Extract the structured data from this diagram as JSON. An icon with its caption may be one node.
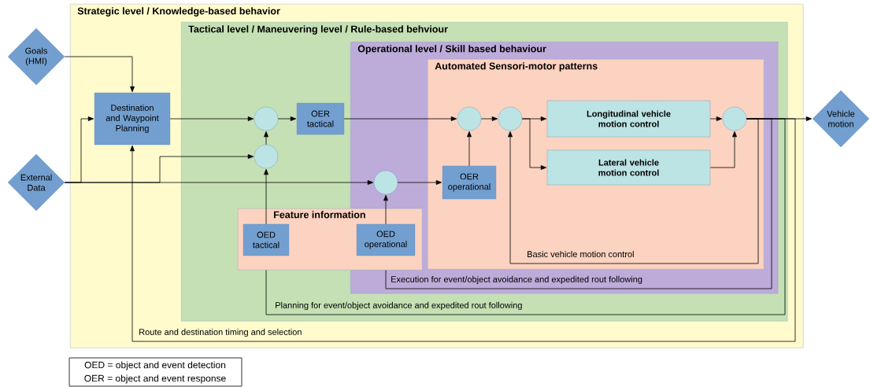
{
  "diagram": {
    "nodes": [
      {
        "text": [
          "Strategic level / Knowledge-based behavior"
        ]
      },
      {
        "text": [
          "Tactical level / Maneuvering level / Rule-based behviour"
        ],
        "in": 0
      },
      {
        "text": [
          "Operational level / Skill based behaviour"
        ],
        "in": 1
      },
      {
        "text": [
          "Automated Sensori-motor patterns"
        ],
        "in": 2
      },
      {
        "text": [
          "Goals (HMI)"
        ]
      },
      {
        "text": [
          "External Data"
        ]
      },
      {
        "text": [
          "Destination and Waypoint Planning"
        ],
        "in": 0
      },
      {
        "text": [],
        "shape": "circle",
        "in": 1
      },
      {
        "text": [
          "OER tactical"
        ],
        "in": 1
      },
      {
        "text": [],
        "shape": "circle",
        "in": 1
      },
      {
        "text": [],
        "shape": "circle",
        "in": 2
      },
      {
        "text": [],
        "shape": "circle",
        "in": 3
      },
      {
        "text": [
          "OER operational"
        ],
        "in": 3
      },
      {
        "text": [],
        "shape": "circle",
        "in": 3
      },
      {
        "text": [
          "Longitudinal vehicle motion control"
        ],
        "in": 3
      },
      {
        "text": [
          "Lateral vehicle motion control"
        ],
        "in": 3
      },
      {
        "text": [],
        "shape": "circle",
        "in": 3
      },
      {
        "text": [
          "Feature information"
        ],
        "in": 1
      },
      {
        "text": [
          "OED tactical"
        ],
        "in": 17
      },
      {
        "text": [
          "OED operational"
        ]
      },
      {
        "text": [
          "Vehicle motion"
        ]
      }
    ],
    "edges": [
      {
        "from": 4,
        "to": 6,
        "arrow": "to"
      },
      {
        "from": 5,
        "to": 6,
        "arrow": "to"
      },
      {
        "from": 5,
        "to": 9,
        "arrow": "to"
      },
      {
        "from": 5,
        "to": 10,
        "arrow": "to"
      },
      {
        "from": 6,
        "to": 7,
        "arrow": "to"
      },
      {
        "from": 9,
        "to": 7,
        "arrow": "to"
      },
      {
        "from": 7,
        "to": 8,
        "arrow": "to"
      },
      {
        "from": 8,
        "to": 11,
        "arrow": "to"
      },
      {
        "from": 10,
        "to": 12,
        "arrow": "to"
      },
      {
        "from": 12,
        "to": 11,
        "arrow": "to"
      },
      {
        "from": 11,
        "to": 13,
        "arrow": "to"
      },
      {
        "from": 13,
        "to": 14,
        "arrow": "to"
      },
      {
        "from": 13,
        "to": 15,
        "arrow": "to"
      },
      {
        "from": 14,
        "to": 16,
        "arrow": "to"
      },
      {
        "from": 15,
        "to": 16,
        "arrow": "to"
      },
      {
        "from": 16,
        "to": 20,
        "arrow": "to"
      },
      {
        "from": 16,
        "to": 13,
        "arrow": "to",
        "label": "Basic vehicle motion control"
      },
      {
        "from": 16,
        "to": 17,
        "arrow": "none",
        "label": "Execution for event/object avoidance and expedited rout following"
      },
      {
        "from": 16,
        "to": 17,
        "arrow": "none",
        "label": "Planning for event/object avoidance and expedited rout following"
      },
      {
        "from": 16,
        "to": 6,
        "arrow": "to",
        "label": "Route and destination timing and selection"
      },
      {
        "from": 18,
        "to": 9,
        "arrow": "to"
      },
      {
        "from": 19,
        "to": 10,
        "arrow": "to"
      }
    ],
    "labels": [
      "OED = object and event detection",
      "OER = object and event response"
    ]
  }
}
